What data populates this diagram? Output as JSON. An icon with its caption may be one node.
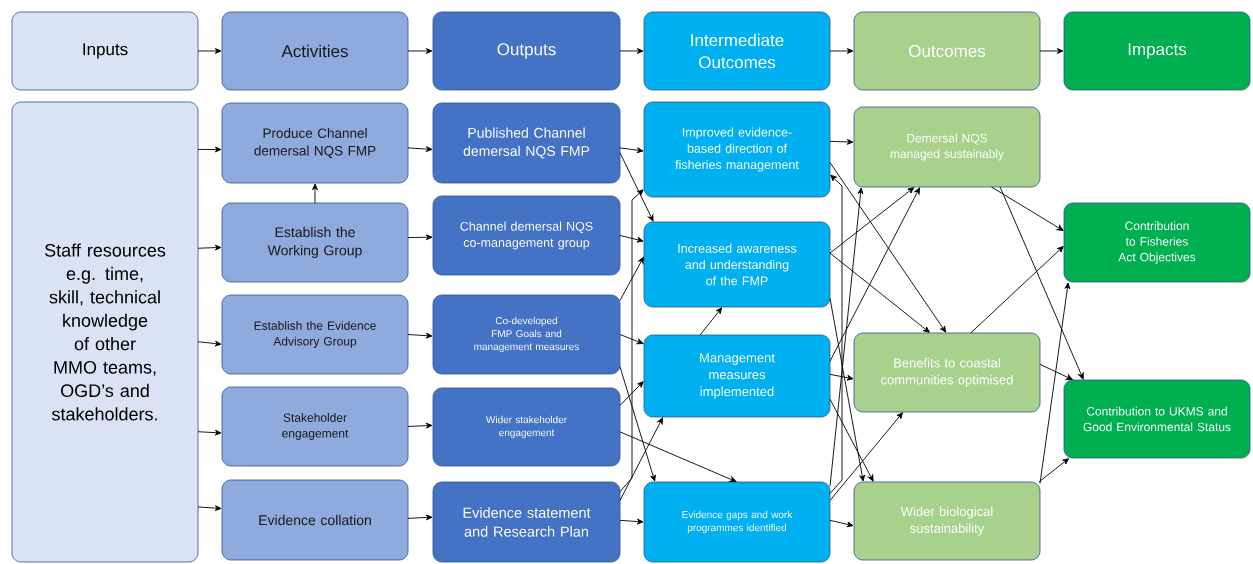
{
  "diagram": {
    "nodes": [
      {
        "text": [
          "Inputs"
        ]
      },
      {
        "text": [
          "Activities"
        ]
      },
      {
        "text": [
          "Outputs"
        ]
      },
      {
        "text": [
          "Intermediate Outcomes"
        ]
      },
      {
        "text": [
          "Outcomes"
        ]
      },
      {
        "text": [
          "Impacts"
        ]
      },
      {
        "text": [
          "Staff resources e.g. time, skill, technical knowledge of other MMO teams, OGD’s and stakeholders."
        ]
      },
      {
        "text": [
          "Produce Channel demersal NQS FMP"
        ]
      },
      {
        "text": [
          "Establish the Working Group"
        ]
      },
      {
        "text": [
          "Establish the Evidence Advisory Group"
        ]
      },
      {
        "text": [
          "Stakeholder engagement"
        ]
      },
      {
        "text": [
          "Evidence collation"
        ]
      },
      {
        "text": [
          "Published Channel demersal NQS FMP"
        ]
      },
      {
        "text": [
          "Channel demersal NQS co-management group"
        ]
      },
      {
        "text": [
          "Co-developed FMP Goals and management measures"
        ]
      },
      {
        "text": [
          "Wider stakeholder engagement"
        ]
      },
      {
        "text": [
          "Evidence statement and Research Plan"
        ]
      },
      {
        "text": [
          "Improved evidence-based direction of fisheries management"
        ]
      },
      {
        "text": [
          "Increased awareness and understanding of the FMP"
        ]
      },
      {
        "text": [
          "Management measures implemented"
        ]
      },
      {
        "text": [
          "Evidence gaps and work programmes identified"
        ]
      },
      {
        "text": [
          "Demersal NQS managed sustainably"
        ]
      },
      {
        "text": [
          "Benefits to coastal communities optimised"
        ]
      },
      {
        "text": [
          "Wider biological sustainability"
        ]
      },
      {
        "text": [
          "Contribution to Fisheries Act Objectives"
        ]
      },
      {
        "text": [
          "Contribution to UKMS and Good Environmental Status"
        ]
      }
    ],
    "edges": [
      {
        "from": 0,
        "to": 1,
        "arrow": "to"
      },
      {
        "from": 1,
        "to": 2,
        "arrow": "to"
      },
      {
        "from": 2,
        "to": 3,
        "arrow": "to"
      },
      {
        "from": 3,
        "to": 4,
        "arrow": "to"
      },
      {
        "from": 4,
        "to": 5,
        "arrow": "to"
      },
      {
        "from": 6,
        "to": 7,
        "arrow": "to"
      },
      {
        "from": 6,
        "to": 8,
        "arrow": "to"
      },
      {
        "from": 6,
        "to": 9,
        "arrow": "to"
      },
      {
        "from": 6,
        "to": 10,
        "arrow": "to"
      },
      {
        "from": 6,
        "to": 11,
        "arrow": "to"
      },
      {
        "from": 8,
        "to": 7,
        "arrow": "to"
      },
      {
        "from": 7,
        "to": 12,
        "arrow": "to"
      },
      {
        "from": 8,
        "to": 13,
        "arrow": "to"
      },
      {
        "from": 9,
        "to": 14,
        "arrow": "to"
      },
      {
        "from": 10,
        "to": 15,
        "arrow": "to"
      },
      {
        "from": 11,
        "to": 16,
        "arrow": "to"
      },
      {
        "from": 12,
        "to": 17,
        "arrow": "to"
      },
      {
        "from": 12,
        "to": 18,
        "arrow": "to"
      },
      {
        "from": 13,
        "to": 18,
        "arrow": "to"
      },
      {
        "from": 14,
        "to": 18,
        "arrow": "to"
      },
      {
        "from": 14,
        "to": 19,
        "arrow": "to"
      },
      {
        "from": 14,
        "to": 20,
        "arrow": "to"
      },
      {
        "from": 15,
        "to": 19,
        "arrow": "to"
      },
      {
        "from": 15,
        "to": 20,
        "arrow": "to"
      },
      {
        "from": 16,
        "to": 17,
        "arrow": "to"
      },
      {
        "from": 16,
        "to": 19,
        "arrow": "to"
      },
      {
        "from": 16,
        "to": 20,
        "arrow": "to"
      },
      {
        "from": 19,
        "to": 18,
        "arrow": "to"
      },
      {
        "from": 20,
        "to": 17,
        "arrow": "to"
      },
      {
        "from": 17,
        "to": 21,
        "arrow": "to"
      },
      {
        "from": 17,
        "to": 22,
        "arrow": "to"
      },
      {
        "from": 18,
        "to": 21,
        "arrow": "to"
      },
      {
        "from": 18,
        "to": 22,
        "arrow": "to"
      },
      {
        "from": 18,
        "to": 23,
        "arrow": "to"
      },
      {
        "from": 19,
        "to": 21,
        "arrow": "to"
      },
      {
        "from": 19,
        "to": 22,
        "arrow": "to"
      },
      {
        "from": 19,
        "to": 23,
        "arrow": "to"
      },
      {
        "from": 20,
        "to": 21,
        "arrow": "to"
      },
      {
        "from": 20,
        "to": 22,
        "arrow": "to"
      },
      {
        "from": 20,
        "to": 23,
        "arrow": "to"
      },
      {
        "from": 21,
        "to": 24,
        "arrow": "to"
      },
      {
        "from": 21,
        "to": 25,
        "arrow": "to"
      },
      {
        "from": 22,
        "to": 24,
        "arrow": "to"
      },
      {
        "from": 22,
        "to": 25,
        "arrow": "to"
      },
      {
        "from": 23,
        "to": 24,
        "arrow": "to"
      },
      {
        "from": 23,
        "to": 25,
        "arrow": "to"
      }
    ]
  }
}
